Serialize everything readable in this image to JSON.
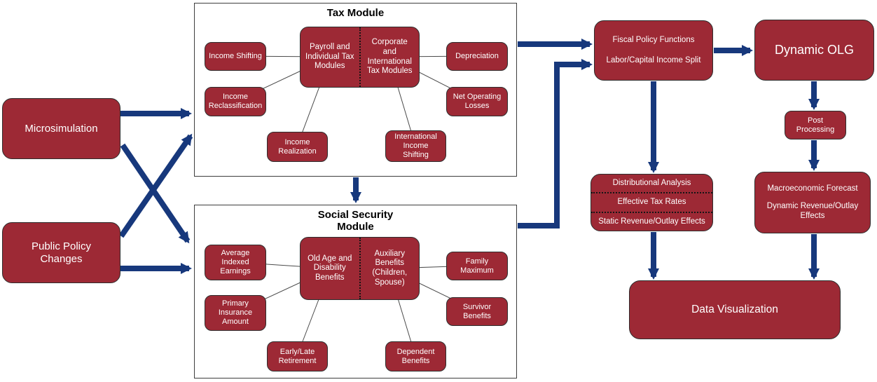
{
  "colors": {
    "maroon": "#9d2935",
    "navy": "#17387c",
    "connector": "#4a4a4a",
    "container-border": "#3d3d3d"
  },
  "nodes": {
    "microsimulation": "Microsimulation",
    "public_policy_changes": "Public Policy Changes",
    "tax_module_title": "Tax Module",
    "income_shifting": "Income Shifting",
    "income_reclassification": "Income Reclassification",
    "income_realization": "Income Realization",
    "payroll_individual": "Payroll and Individual Tax Modules",
    "corporate_international": "Corporate and International Tax Modules",
    "depreciation": "Depreciation",
    "net_operating_losses": "Net Operating Losses",
    "international_income_shifting": "International Income Shifting",
    "ss_module_title": "Social Security Module",
    "average_indexed_earnings": "Average Indexed Earnings",
    "primary_insurance_amount": "Primary Insurance Amount",
    "early_late_retirement": "Early/Late Retirement",
    "old_age_disability": "Old Age and Disability Benefits",
    "auxiliary_benefits": "Auxiliary Benefits (Children, Spouse)",
    "family_maximum": "Family Maximum",
    "survivor_benefits": "Survivor Benefits",
    "dependent_benefits": "Dependent Benefits",
    "fiscal_policy_functions": "Fiscal Policy Functions",
    "labor_capital_income_split": "Labor/Capital Income Split",
    "dynamic_olg": "Dynamic OLG",
    "post_processing": "Post Processing",
    "distributional_analysis": "Distributional Analysis",
    "effective_tax_rates": "Effective Tax Rates",
    "static_revenue_outlay_effects": "Static Revenue/Outlay Effects",
    "macroeconomic_forecast": "Macroeconomic Forecast",
    "dynamic_revenue_outlay_effects": "Dynamic Revenue/Outlay Effects",
    "data_visualization": "Data Visualization"
  }
}
